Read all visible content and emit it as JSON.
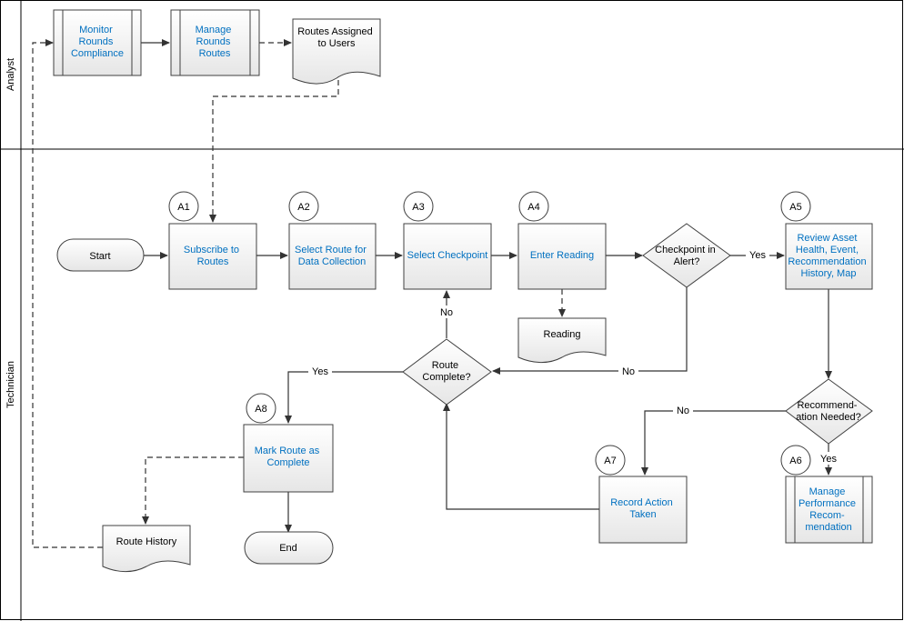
{
  "lanes": {
    "analyst": "Analyst",
    "technician": "Technician"
  },
  "nodes": {
    "monitor": [
      "Monitor",
      "Rounds",
      "Compliance"
    ],
    "manage_routes": [
      "Manage",
      "Rounds",
      "Routes"
    ],
    "routes_assigned": [
      "Routes Assigned",
      "to Users"
    ],
    "start": "Start",
    "a1": {
      "badge": "A1",
      "lines": [
        "Subscribe to",
        "Routes"
      ]
    },
    "a2": {
      "badge": "A2",
      "lines": [
        "Select Route for",
        "Data Collection"
      ]
    },
    "a3": {
      "badge": "A3",
      "lines": [
        "Select Checkpoint"
      ]
    },
    "a4": {
      "badge": "A4",
      "lines": [
        "Enter Reading"
      ]
    },
    "checkpoint_alert": [
      "Checkpoint in",
      "Alert?"
    ],
    "a5": {
      "badge": "A5",
      "lines": [
        "Review Asset",
        "Health, Event,",
        "Recommendation",
        "History, Map"
      ]
    },
    "reading": "Reading",
    "route_complete": [
      "Route",
      "Complete?"
    ],
    "recommendation_needed": [
      "Recommend-",
      "ation Needed?"
    ],
    "a8": {
      "badge": "A8",
      "lines": [
        "Mark Route as",
        "Complete"
      ]
    },
    "a7": {
      "badge": "A7",
      "lines": [
        "Record Action",
        "Taken"
      ]
    },
    "a6": {
      "badge": "A6",
      "lines": [
        "Manage",
        "Performance",
        "Recom-",
        "mendation"
      ]
    },
    "route_history": "Route History",
    "end": "End"
  },
  "edge_labels": {
    "yes_alert": "Yes",
    "no_alert": "No",
    "no_complete": "No",
    "yes_complete": "Yes",
    "no_recommend": "No",
    "yes_recommend": "Yes"
  },
  "colors": {
    "step_text": "#0070c0",
    "lane_border": "#000000",
    "shape_border": "#404040"
  }
}
